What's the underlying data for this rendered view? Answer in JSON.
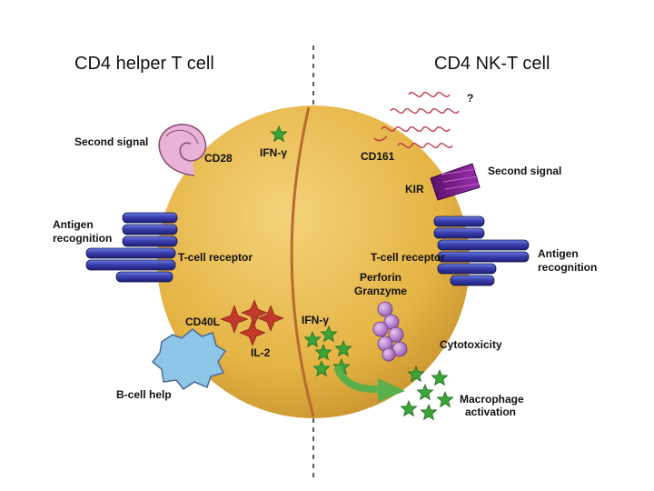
{
  "headings": {
    "left": "CD4 helper T cell",
    "right": "CD4 NK-T cell"
  },
  "left_labels": {
    "second_signal": "Second signal",
    "cd28": "CD28",
    "ifn": "IFN-γ",
    "antigen_line1": "Antigen",
    "antigen_line2": "recognition",
    "tcr": "T-cell receptor",
    "cd40l": "CD40L",
    "il2": "IL-2",
    "bcell_help": "B-cell help"
  },
  "right_labels": {
    "question": "?",
    "cd161": "CD161",
    "kir": "KIR",
    "second_signal": "Second signal",
    "tcr": "T-cell receptor",
    "antigen_line1": "Antigen",
    "antigen_line2": "recognition",
    "perforin": "Perforin",
    "granzyme": "Granzyme",
    "ifn": "IFN-γ",
    "cytotoxicity": "Cytotoxicity",
    "macrophage_line1": "Macrophage",
    "macrophage_line2": "activation"
  },
  "colors": {
    "cell_fill": "#e8b84a",
    "cell_edge": "#c98a2a",
    "divider_line": "#b86a30",
    "receptor_blue": "#2d2f9a",
    "receptor_light": "#5b6fd6",
    "cd28_pink": "#e8a8d0",
    "star_red": "#c0392b",
    "star_green": "#3aa63a",
    "granule_purple": "#b07ac8",
    "kir_purple": "#7a1f8a",
    "cd161_red": "#c2334a",
    "arrow_green": "#5ab04a",
    "bcell_blue": "#8ec6e8"
  }
}
